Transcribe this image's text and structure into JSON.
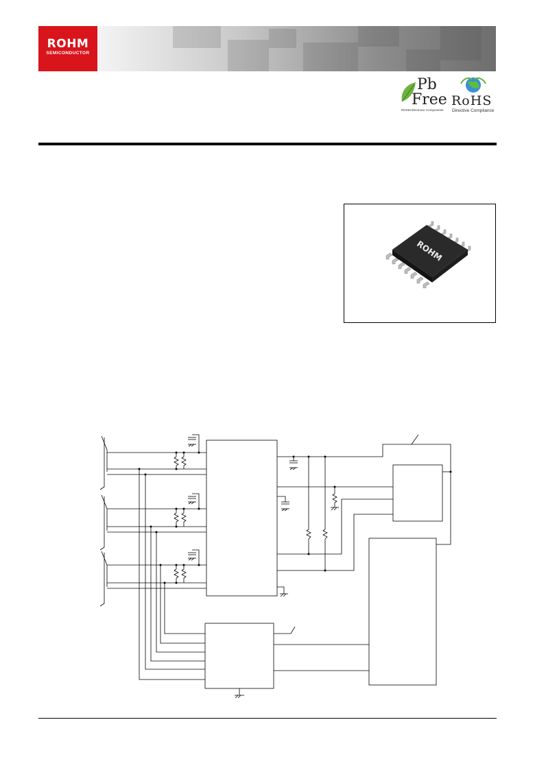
{
  "brand": {
    "name": "ROHM",
    "tagline": "SEMICONDUCTOR"
  },
  "badges": {
    "pb_free": {
      "line1": "Pb",
      "line2": "Free",
      "caption": "ROHM Electronic Components"
    },
    "rohs": {
      "title": "RoHS",
      "caption": "Directive Compliance"
    }
  },
  "package": {
    "marking": "ROHM"
  },
  "colors": {
    "brand_red": "#d9141b",
    "leaf_green": "#6cb33f",
    "rule": "#000000"
  }
}
